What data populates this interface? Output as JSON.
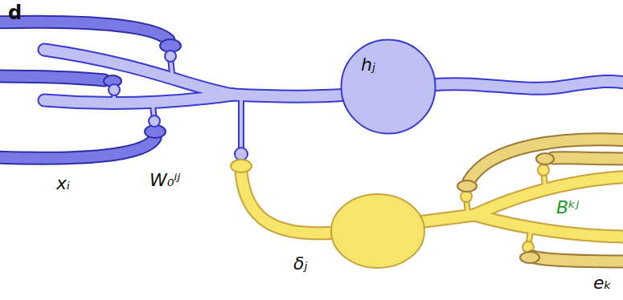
{
  "diagram": {
    "nodes": [
      {
        "text": [
          "hⱼ"
        ]
      }
    ],
    "labels": [
      "d",
      "xᵢ",
      "W₀ⁱʲ",
      "δⱼ",
      "Bᵏʲ",
      "eₖ"
    ]
  }
}
